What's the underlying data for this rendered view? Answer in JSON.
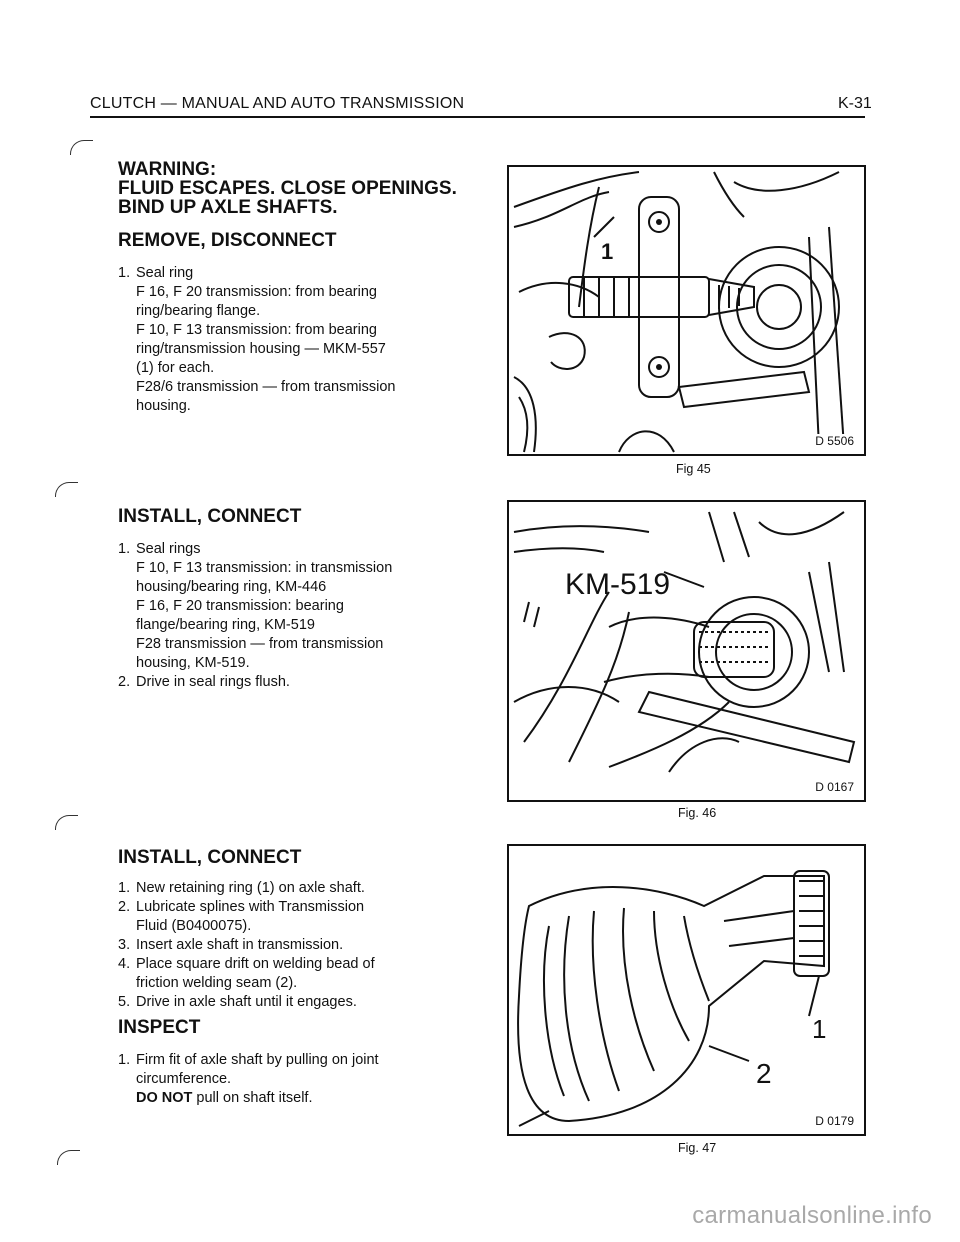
{
  "header": {
    "title": "CLUTCH — MANUAL AND AUTO TRANSMISSION",
    "page": "K-31"
  },
  "warning": {
    "line1": "WARNING:",
    "line2": "FLUID ESCAPES. CLOSE OPENINGS.",
    "line3": "BIND UP AXLE SHAFTS."
  },
  "section1": {
    "heading": "REMOVE, DISCONNECT",
    "num": "1.",
    "lines": [
      "Seal ring",
      "F 16, F 20 transmission: from bearing",
      "ring/bearing flange.",
      "F 10, F 13 transmission: from bearing",
      "ring/transmission housing — MKM-557",
      "(1) for each.",
      "F28/6 transmission — from transmission",
      "housing."
    ]
  },
  "section2": {
    "heading": "INSTALL, CONNECT",
    "items": [
      {
        "num": "1.",
        "lines": [
          "Seal rings",
          "F 10, F 13 transmission: in transmission",
          "housing/bearing ring, KM-446",
          "F 16, F 20 transmission: bearing",
          "flange/bearing ring, KM-519",
          "F28 transmission — from transmission",
          "housing, KM-519."
        ]
      },
      {
        "num": "2.",
        "lines": [
          "Drive in seal rings flush."
        ]
      }
    ]
  },
  "section3": {
    "heading": "INSTALL, CONNECT",
    "items": [
      {
        "num": "1.",
        "lines": [
          "New retaining ring (1) on axle shaft."
        ]
      },
      {
        "num": "2.",
        "lines": [
          "Lubricate splines with Transmission",
          "Fluid (B0400075)."
        ]
      },
      {
        "num": "3.",
        "lines": [
          "Insert axle shaft in transmission."
        ]
      },
      {
        "num": "4.",
        "lines": [
          "Place square drift on welding bead of",
          "friction welding seam (2)."
        ]
      },
      {
        "num": "5.",
        "lines": [
          "Drive in axle shaft until it engages."
        ]
      }
    ]
  },
  "section4": {
    "heading": "INSPECT",
    "num": "1.",
    "lines": [
      "Firm fit of axle shaft by pulling on joint",
      "circumference."
    ],
    "note_bold": "DO NOT",
    "note_rest": " pull on shaft itself."
  },
  "figures": [
    {
      "code": "D 5506",
      "caption": "Fig 45",
      "callouts": [
        "1"
      ]
    },
    {
      "code": "D 0167",
      "caption": "Fig. 46",
      "tool_label": "KM-519"
    },
    {
      "code": "D 0179",
      "caption": "Fig. 47",
      "callouts": [
        "1",
        "2"
      ]
    }
  ],
  "watermark": "carmanualsonline.info"
}
